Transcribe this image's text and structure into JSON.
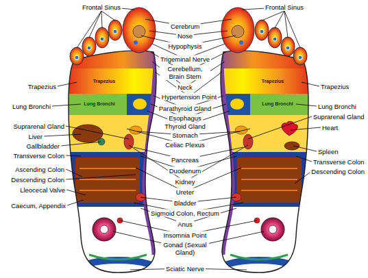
{
  "diagram": {
    "labels": [
      "Frontal Sinus",
      "Frontal Sinus",
      "Cerebrum",
      "Nose",
      "Hypophysis",
      "Trigeminal Nerve",
      "Cerebellum, Brain Stem",
      "Trapezius",
      "Trapezius",
      "Neck",
      "Hypertension Point",
      "Lung Bronchi",
      "Lung Bronchi",
      "Parathyroid Gland",
      "Suprarenal Gland",
      "Esophagus",
      "Suprarenal Gland",
      "Thyroid Gland",
      "Heart",
      "Stomach",
      "Liver",
      "Celiac Plexus",
      "Gallbladder",
      "Spleen",
      "Transverse Colon",
      "Pancreas",
      "Transverse Colon",
      "Ascending Colon",
      "Duodenum",
      "Descending Colon",
      "Descending Colon",
      "Kidney",
      "Lleocecal Valve",
      "Ureter",
      "Bladder",
      "Caecum, Appendix",
      "Sigmoid Colon, Rectum",
      "Anus",
      "Insomnia Point",
      "Gonad (Sexual Gland)",
      "Sciatic Nerve",
      "Trapezius",
      "Trapezius",
      "Lung Bronchi",
      "Lung Bronchi"
    ]
  }
}
